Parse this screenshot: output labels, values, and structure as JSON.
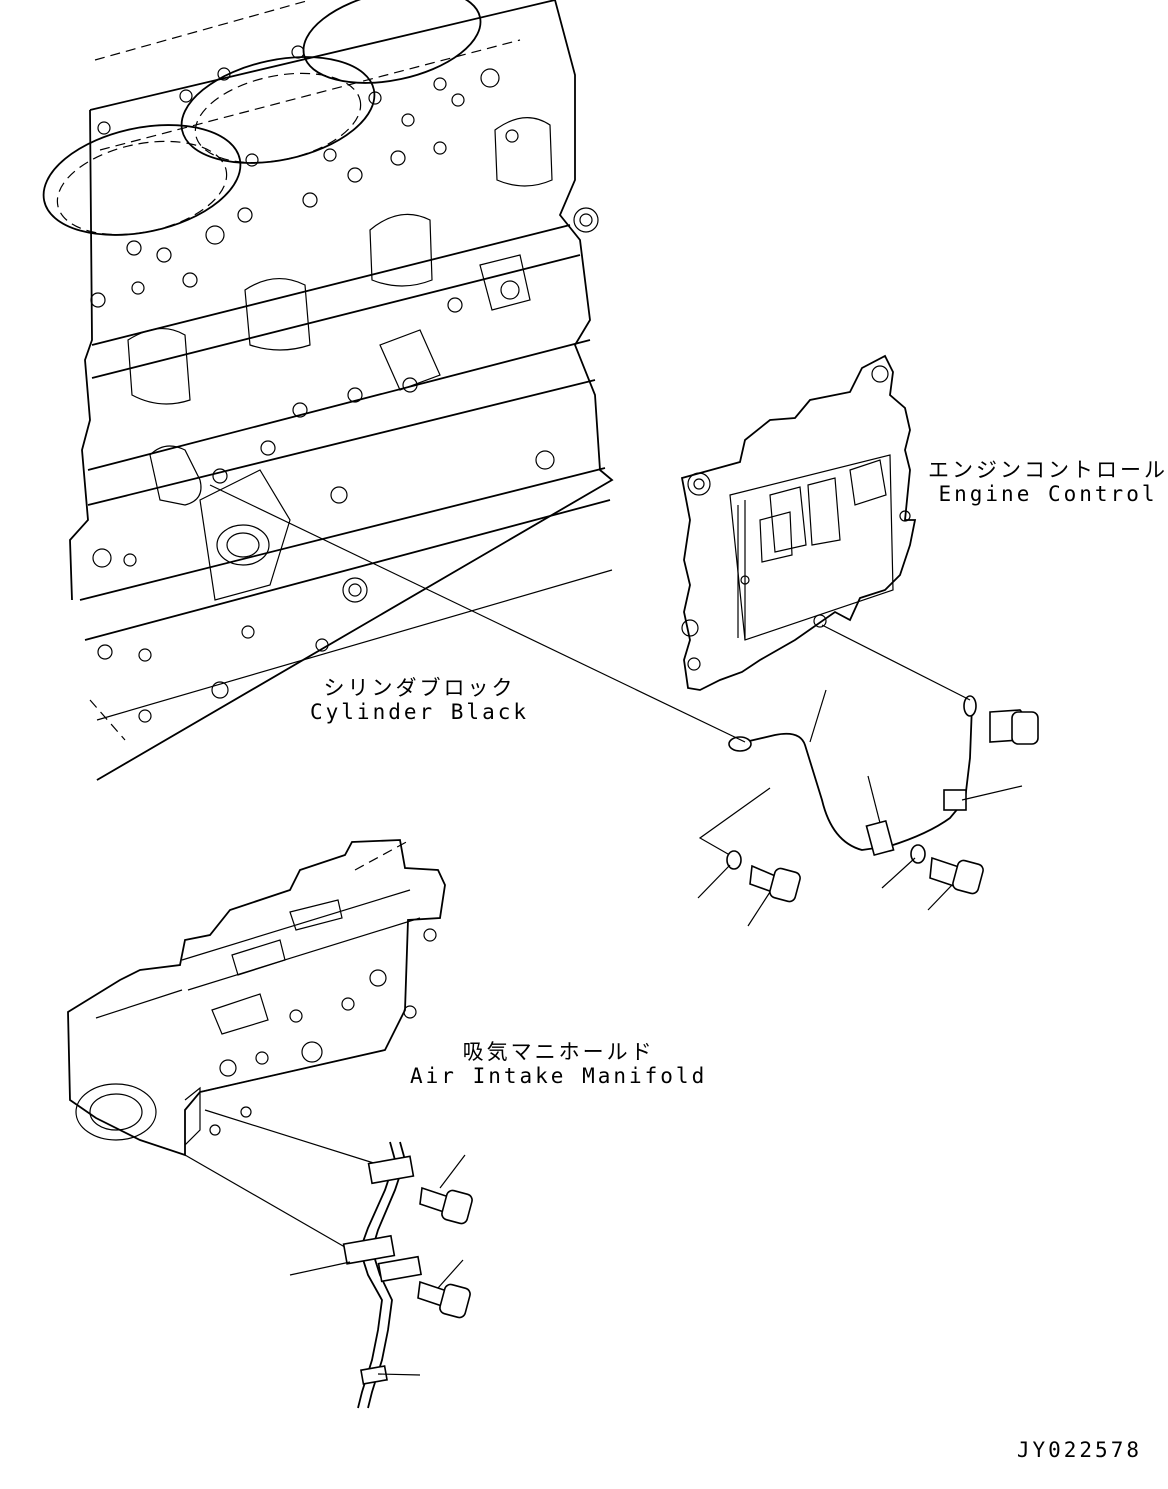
{
  "labels": {
    "cylinder_block": {
      "jp": "シリンダブロック",
      "en": "Cylinder Black"
    },
    "engine_control": {
      "jp": "エンジンコントロール",
      "en": "Engine Control"
    },
    "air_intake_manifold": {
      "jp": "吸気マニホールド",
      "en": "Air Intake Manifold"
    }
  },
  "figure_code": "JY022578"
}
